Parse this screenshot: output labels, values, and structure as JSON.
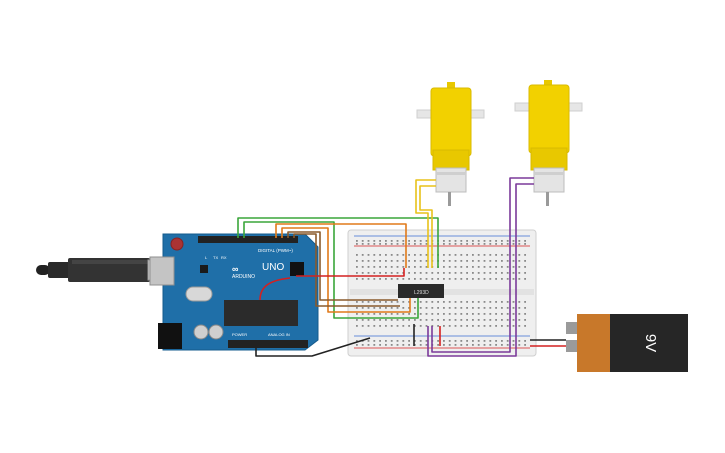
{
  "arduino": {
    "logo_text": "UNO",
    "brand": "ARDUINO",
    "digital_label": "DIGITAL (PWM~)",
    "power_label": "POWER",
    "analog_label": "ANALOG IN",
    "tx_label": "TX",
    "rx_label": "RX",
    "l_label": "L",
    "color": "#1f6fa8"
  },
  "driver_chip": {
    "label": "L293D"
  },
  "battery": {
    "label": "9V",
    "cap_color": "#c8782a"
  },
  "motors": [
    {
      "id": "motor-left"
    },
    {
      "id": "motor-right"
    }
  ],
  "wire_colors": {
    "red": "#d42020",
    "black": "#222222",
    "green": "#3aa63a",
    "orange": "#e07a1a",
    "brown": "#8a5a2b",
    "yellow": "#e8c21a",
    "purple": "#7b3a9a"
  }
}
